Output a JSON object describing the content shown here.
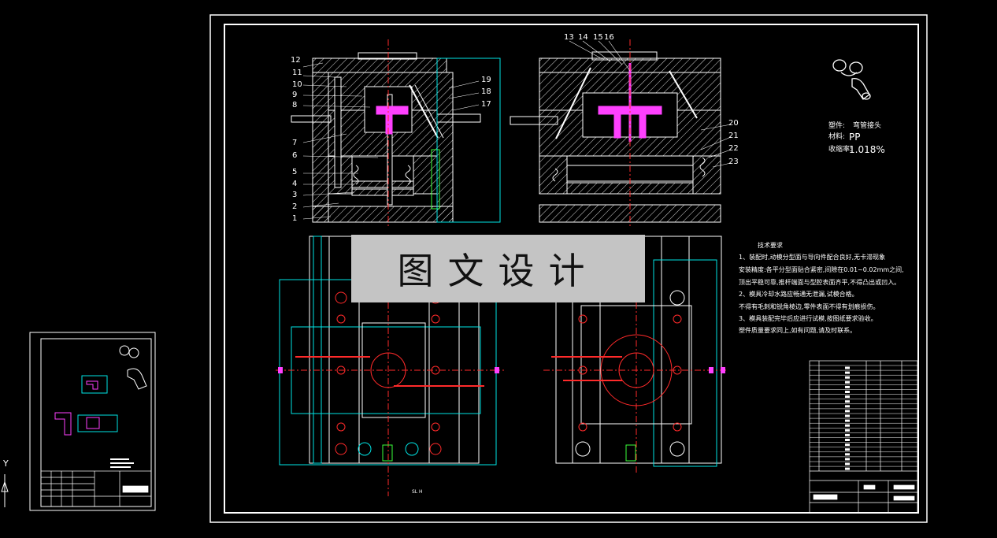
{
  "watermark": "图文设计",
  "axis_label_y": "Y",
  "part_numbers_left": [
    "12",
    "11",
    "10",
    "9",
    "8",
    "7",
    "6",
    "5",
    "4",
    "3",
    "2",
    "1"
  ],
  "part_numbers_right_top": [
    "13",
    "14",
    "15",
    "16"
  ],
  "part_numbers_mid": [
    "19",
    "18",
    "17"
  ],
  "part_numbers_right_side": [
    "20",
    "21",
    "22",
    "23"
  ],
  "part_info": {
    "name_label": "塑件:",
    "name_value": "弯管接头",
    "material_label": "材料:",
    "material_value": "PP",
    "shrink_label": "收缩率:",
    "shrink_value": "1.018%"
  },
  "tech_notes": [
    "技术要求",
    "1、装配时,动模分型面与导向件配合良好,无卡滞现象",
    "安装精度:各平分型面贴合紧密,间隙在0.01~0.02mm之间,",
    "顶出平稳可靠,推杆端面与型腔表面齐平,不得凸出或凹入。",
    "2、模具冷却水路应畅通无泄漏,试模合格。",
    "不得有毛刺和锐角棱边,零件表面不得有划痕损伤。",
    "3、模具装配完毕后应进行试模,按图纸要求验收。",
    "塑件质量要求同上,如有问题,请及时联系。"
  ],
  "scale_note": "SL H",
  "colors": {
    "frame": "#ffffff",
    "hatch": "#ffffff",
    "cyan": "#00e5e5",
    "red": "#ff2a2a",
    "magenta": "#ff40ff",
    "green": "#3aff3a",
    "yellow": "#ffff40"
  }
}
